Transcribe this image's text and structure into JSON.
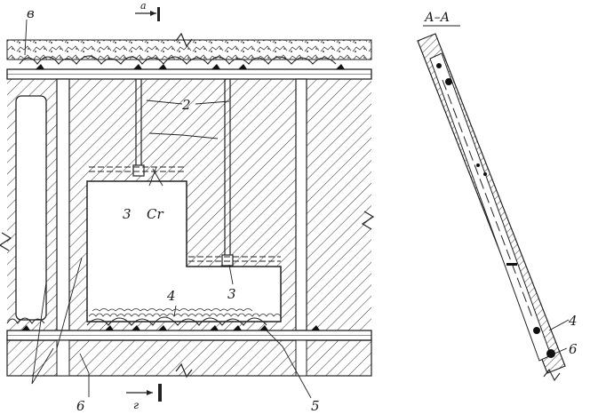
{
  "labels": {
    "top_left": "в",
    "section_mark_top": "а",
    "section_title": "А–А",
    "num_2": "2",
    "num_3_left": "3",
    "num_3_right": "3",
    "cr": "Cr",
    "num_4_main": "4",
    "num_4_section": "4",
    "num_6_section": "6",
    "num_6_bottom": "6",
    "num_5_bottom": "5",
    "section_mark_bottom": "г"
  }
}
